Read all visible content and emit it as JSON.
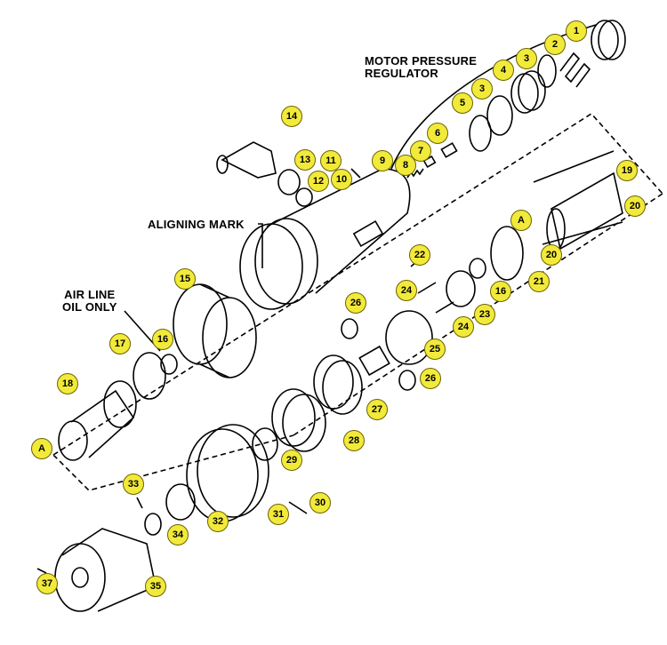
{
  "labels": {
    "motor_pressure_line1": "MOTOR PRESSURE",
    "motor_pressure_line2": "REGULATOR",
    "aligning_mark": "ALIGNING MARK",
    "air_line_line1": "AIR LINE",
    "air_line_line2": "OIL ONLY"
  },
  "callouts": [
    "1",
    "2",
    "3",
    "4",
    "3",
    "5",
    "6",
    "7",
    "8",
    "9",
    "10",
    "11",
    "12",
    "13",
    "14",
    "15",
    "16",
    "16",
    "17",
    "18",
    "A",
    "A",
    "19",
    "20",
    "20",
    "21",
    "22",
    "23",
    "24",
    "24",
    "25",
    "26",
    "26",
    "27",
    "28",
    "29",
    "30",
    "31",
    "32",
    "33",
    "34",
    "35",
    "37"
  ],
  "colors": {
    "callout_fill": "#f2ea3a",
    "ink": "#000000"
  }
}
